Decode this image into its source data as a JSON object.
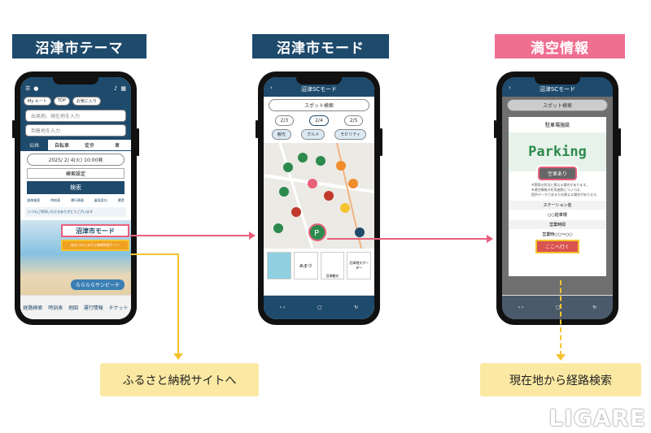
{
  "headers": {
    "theme": "沼津市テーマ",
    "mode": "沼津市モード",
    "vacancy": "満空情報"
  },
  "phone1": {
    "nav": [
      "メニュー",
      "マイページ",
      "地図",
      "音声"
    ],
    "tabs": [
      "My ルート",
      "TOP",
      "お気に入り"
    ],
    "from_placeholder": "出発地、現在地を入力",
    "to_placeholder": "到着地を入力",
    "modes": [
      "公共",
      "自転車",
      "徒歩",
      "車"
    ],
    "datetime": "2025/ 2/ 4(火) 10:00発",
    "settings": "検索設定",
    "search": "検索",
    "icons": [
      "路線検索",
      "時刻表",
      "運行情報",
      "乗換案内",
      "運賃"
    ],
    "notice": "いつもご利用いただきありがとうございます",
    "banner_mode": "沼津市モード",
    "banner_tax": "ぬまづのふるさと納税特設サイト",
    "beach": "ららららサンビーチ",
    "bottom": [
      "経路検索",
      "時刻表",
      "地図",
      "運行情報",
      "チケット"
    ]
  },
  "phone2": {
    "title": "沼津SCモード",
    "search": "スポット検索",
    "dates": [
      "2/3",
      "2/4",
      "2/5"
    ],
    "cats": [
      "観光",
      "グルメ",
      "モビリティ"
    ],
    "cards": [
      "",
      "ぬまづ",
      "沼津観光",
      "沼津港大ボーダー"
    ]
  },
  "phone3": {
    "title": "沼津SCモード",
    "search": "スポット検索",
    "heading": "駐車場施設",
    "parking": "Parking",
    "status": "空車あり",
    "notes": [
      "※実際の状況と異なる場合があります。",
      "※満空情報の利用者数については、",
      "提供データであるため異なる場合があります。"
    ],
    "station_label": "ステーション名",
    "station": "○○駐車場",
    "hours_label": "営業時間",
    "hours": "営業時○○〜○○",
    "go": "ここへ行く"
  },
  "callouts": {
    "tax": "ふるさと納税サイトへ",
    "route": "現在地から経路検索"
  },
  "watermark": "LIGARE"
}
